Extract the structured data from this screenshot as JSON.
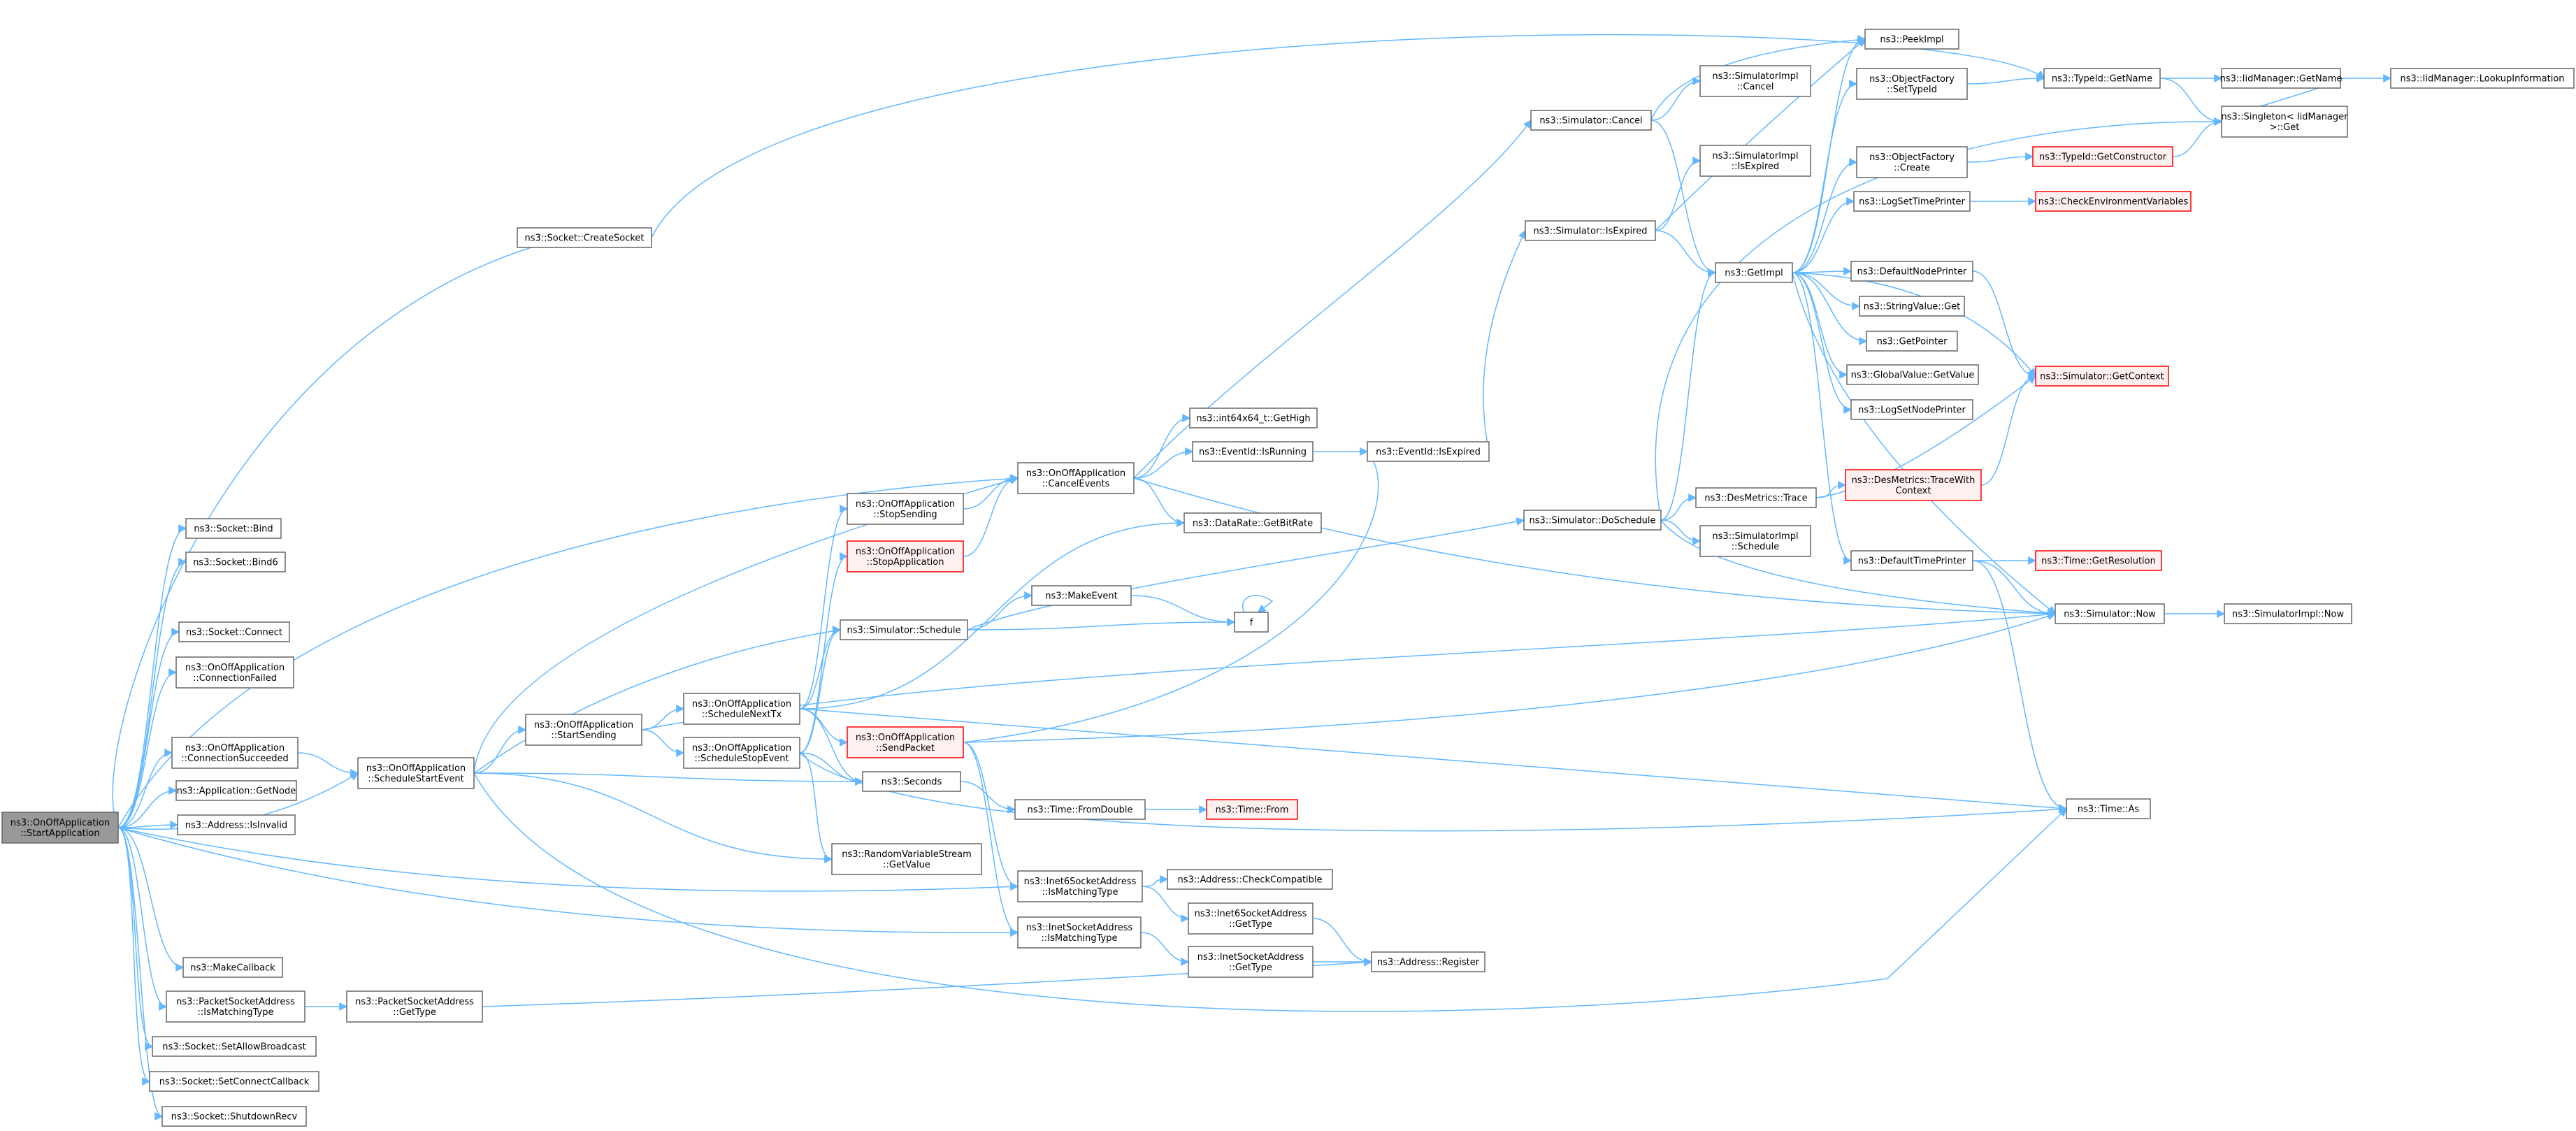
{
  "graph": {
    "nodes": [
      {
        "id": "root",
        "lines": [
          "ns3::OnOffApplication",
          "::StartApplication"
        ],
        "style": "root"
      },
      {
        "id": "createSocket",
        "lines": [
          "ns3::Socket::CreateSocket"
        ]
      },
      {
        "id": "bind",
        "lines": [
          "ns3::Socket::Bind"
        ]
      },
      {
        "id": "bind6",
        "lines": [
          "ns3::Socket::Bind6"
        ]
      },
      {
        "id": "connect",
        "lines": [
          "ns3::Socket::Connect"
        ]
      },
      {
        "id": "connFailed",
        "lines": [
          "ns3::OnOffApplication",
          "::ConnectionFailed"
        ]
      },
      {
        "id": "connSucceeded",
        "lines": [
          "ns3::OnOffApplication",
          "::ConnectionSucceeded"
        ]
      },
      {
        "id": "getNode",
        "lines": [
          "ns3::Application::GetNode"
        ]
      },
      {
        "id": "isInvalid",
        "lines": [
          "ns3::Address::IsInvalid"
        ]
      },
      {
        "id": "makeCallback",
        "lines": [
          "ns3::MakeCallback"
        ]
      },
      {
        "id": "pktIsMatching",
        "lines": [
          "ns3::PacketSocketAddress",
          "::IsMatchingType"
        ]
      },
      {
        "id": "setAllowBroadcast",
        "lines": [
          "ns3::Socket::SetAllowBroadcast"
        ]
      },
      {
        "id": "setConnectCallback",
        "lines": [
          "ns3::Socket::SetConnectCallback"
        ]
      },
      {
        "id": "shutdownRecv",
        "lines": [
          "ns3::Socket::ShutdownRecv"
        ]
      },
      {
        "id": "pktGetType",
        "lines": [
          "ns3::PacketSocketAddress",
          "::GetType"
        ]
      },
      {
        "id": "scheduleStartEvent",
        "lines": [
          "ns3::OnOffApplication",
          "::ScheduleStartEvent"
        ]
      },
      {
        "id": "startSending",
        "lines": [
          "ns3::OnOffApplication",
          "::StartSending"
        ]
      },
      {
        "id": "scheduleNextTx",
        "lines": [
          "ns3::OnOffApplication",
          "::ScheduleNextTx"
        ]
      },
      {
        "id": "scheduleStopEvent",
        "lines": [
          "ns3::OnOffApplication",
          "::ScheduleStopEvent"
        ]
      },
      {
        "id": "stopSending",
        "lines": [
          "ns3::OnOffApplication",
          "::StopSending"
        ]
      },
      {
        "id": "stopApplication",
        "lines": [
          "ns3::OnOffApplication",
          "::StopApplication"
        ],
        "style": "red"
      },
      {
        "id": "simSchedule",
        "lines": [
          "ns3::Simulator::Schedule"
        ]
      },
      {
        "id": "sendPacket",
        "lines": [
          "ns3::OnOffApplication",
          "::SendPacket"
        ],
        "style": "red"
      },
      {
        "id": "seconds",
        "lines": [
          "ns3::Seconds"
        ]
      },
      {
        "id": "rvsGetValue",
        "lines": [
          "ns3::RandomVariableStream",
          "::GetValue"
        ]
      },
      {
        "id": "inet6IsMatching",
        "lines": [
          "ns3::Inet6SocketAddress",
          "::IsMatchingType"
        ]
      },
      {
        "id": "inetIsMatching",
        "lines": [
          "ns3::InetSocketAddress",
          "::IsMatchingType"
        ]
      },
      {
        "id": "cancelEvents",
        "lines": [
          "ns3::OnOffApplication",
          "::CancelEvents"
        ]
      },
      {
        "id": "getHigh",
        "lines": [
          "ns3::int64x64_t::GetHigh"
        ]
      },
      {
        "id": "eventIsRunning",
        "lines": [
          "ns3::EventId::IsRunning"
        ]
      },
      {
        "id": "getBitRate",
        "lines": [
          "ns3::DataRate::GetBitRate"
        ]
      },
      {
        "id": "makeEvent",
        "lines": [
          "ns3::MakeEvent"
        ]
      },
      {
        "id": "f",
        "lines": [
          "f"
        ]
      },
      {
        "id": "fromDouble",
        "lines": [
          "ns3::Time::FromDouble"
        ]
      },
      {
        "id": "timeFrom",
        "lines": [
          "ns3::Time::From"
        ],
        "style": "red"
      },
      {
        "id": "checkCompatible",
        "lines": [
          "ns3::Address::CheckCompatible"
        ]
      },
      {
        "id": "inet6GetType",
        "lines": [
          "ns3::Inet6SocketAddress",
          "::GetType"
        ]
      },
      {
        "id": "inetGetType",
        "lines": [
          "ns3::InetSocketAddress",
          "::GetType"
        ]
      },
      {
        "id": "addrRegister",
        "lines": [
          "ns3::Address::Register"
        ]
      },
      {
        "id": "eventIsExpired",
        "lines": [
          "ns3::EventId::IsExpired"
        ]
      },
      {
        "id": "simCancel",
        "lines": [
          "ns3::Simulator::Cancel"
        ]
      },
      {
        "id": "simIsExpired",
        "lines": [
          "ns3::Simulator::IsExpired"
        ]
      },
      {
        "id": "doSchedule",
        "lines": [
          "ns3::Simulator::DoSchedule"
        ]
      },
      {
        "id": "simImplCancel",
        "lines": [
          "ns3::SimulatorImpl",
          "::Cancel"
        ]
      },
      {
        "id": "simImplIsExpired",
        "lines": [
          "ns3::SimulatorImpl",
          "::IsExpired"
        ]
      },
      {
        "id": "getImpl",
        "lines": [
          "ns3::GetImpl"
        ]
      },
      {
        "id": "desTrace",
        "lines": [
          "ns3::DesMetrics::Trace"
        ]
      },
      {
        "id": "simImplSchedule",
        "lines": [
          "ns3::SimulatorImpl",
          "::Schedule"
        ]
      },
      {
        "id": "peekImpl",
        "lines": [
          "ns3::PeekImpl"
        ]
      },
      {
        "id": "setTypeId",
        "lines": [
          "ns3::ObjectFactory",
          "::SetTypeId"
        ]
      },
      {
        "id": "ofCreate",
        "lines": [
          "ns3::ObjectFactory",
          "::Create"
        ]
      },
      {
        "id": "logSetTimePrinter",
        "lines": [
          "ns3::LogSetTimePrinter"
        ]
      },
      {
        "id": "defaultNodePrinter",
        "lines": [
          "ns3::DefaultNodePrinter"
        ]
      },
      {
        "id": "stringValueGet",
        "lines": [
          "ns3::StringValue::Get"
        ]
      },
      {
        "id": "getPointer",
        "lines": [
          "ns3::GetPointer"
        ]
      },
      {
        "id": "globalValueGet",
        "lines": [
          "ns3::GlobalValue::GetValue"
        ]
      },
      {
        "id": "logSetNodePrinter",
        "lines": [
          "ns3::LogSetNodePrinter"
        ]
      },
      {
        "id": "defaultTimePrinter",
        "lines": [
          "ns3::DefaultTimePrinter"
        ]
      },
      {
        "id": "traceWithContext",
        "lines": [
          "ns3::DesMetrics::TraceWith",
          "Context"
        ],
        "style": "red"
      },
      {
        "id": "typeIdGetName",
        "lines": [
          "ns3::TypeId::GetName"
        ]
      },
      {
        "id": "typeIdGetConstructor",
        "lines": [
          "ns3::TypeId::GetConstructor"
        ],
        "style": "red"
      },
      {
        "id": "checkEnvVars",
        "lines": [
          "ns3::CheckEnvironmentVariables"
        ],
        "style": "red"
      },
      {
        "id": "simGetContext",
        "lines": [
          "ns3::Simulator::GetContext"
        ],
        "style": "red"
      },
      {
        "id": "timeGetResolution",
        "lines": [
          "ns3::Time::GetResolution"
        ],
        "style": "red"
      },
      {
        "id": "simNow",
        "lines": [
          "ns3::Simulator::Now"
        ]
      },
      {
        "id": "timeAs",
        "lines": [
          "ns3::Time::As"
        ]
      },
      {
        "id": "idMgrGetName",
        "lines": [
          "ns3::IidManager::GetName"
        ]
      },
      {
        "id": "singletonGet",
        "lines": [
          "ns3::Singleton< IidManager",
          ">::Get"
        ]
      },
      {
        "id": "lookupInfo",
        "lines": [
          "ns3::IidManager::LookupInformation"
        ]
      },
      {
        "id": "simImplNow",
        "lines": [
          "ns3::SimulatorImpl::Now"
        ]
      }
    ]
  }
}
